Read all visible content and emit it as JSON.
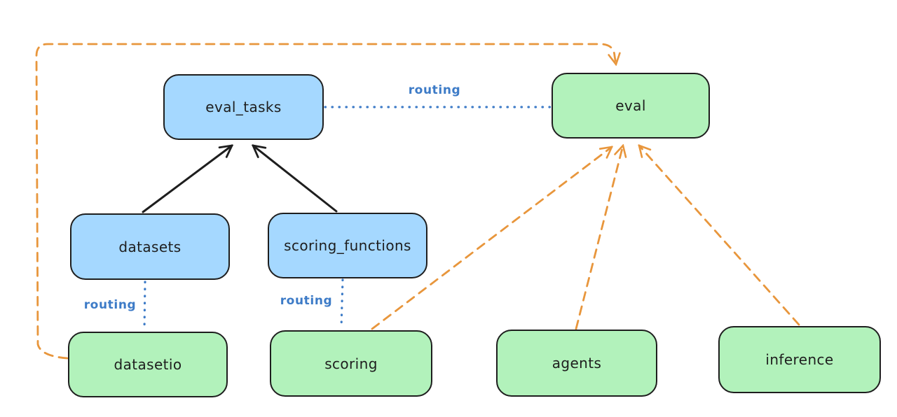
{
  "diagram": {
    "type": "architecture-diagram",
    "nodes": [
      {
        "id": "eval_tasks",
        "label": "eval_tasks",
        "fill": "blue"
      },
      {
        "id": "eval",
        "label": "eval",
        "fill": "green"
      },
      {
        "id": "datasets",
        "label": "datasets",
        "fill": "blue"
      },
      {
        "id": "scoring_functions",
        "label": "scoring_functions",
        "fill": "blue"
      },
      {
        "id": "datasetio",
        "label": "datasetio",
        "fill": "green"
      },
      {
        "id": "scoring",
        "label": "scoring",
        "fill": "green"
      },
      {
        "id": "agents",
        "label": "agents",
        "fill": "green"
      },
      {
        "id": "inference",
        "label": "inference",
        "fill": "green"
      }
    ],
    "edge_labels": [
      {
        "text": "routing"
      },
      {
        "text": "routing"
      },
      {
        "text": "routing"
      }
    ],
    "edges": [
      {
        "from": "datasets",
        "to": "eval_tasks",
        "style": "black-solid-arrow"
      },
      {
        "from": "scoring_functions",
        "to": "eval_tasks",
        "style": "black-solid-arrow"
      },
      {
        "from": "eval_tasks",
        "to": "eval",
        "style": "blue-dotted",
        "label": "routing"
      },
      {
        "from": "datasets",
        "to": "datasetio",
        "style": "blue-dotted",
        "label": "routing"
      },
      {
        "from": "scoring_functions",
        "to": "scoring",
        "style": "blue-dotted",
        "label": "routing"
      },
      {
        "from": "datasetio",
        "to": "eval",
        "style": "orange-dashed-arrow"
      },
      {
        "from": "scoring",
        "to": "eval",
        "style": "orange-dashed-arrow"
      },
      {
        "from": "agents",
        "to": "eval",
        "style": "orange-dashed-arrow"
      },
      {
        "from": "inference",
        "to": "eval",
        "style": "orange-dashed-arrow"
      }
    ],
    "colors": {
      "api_box_fill": "#a5d8ff",
      "provider_box_fill": "#b2f2bb",
      "box_border": "#1e1e1e",
      "routing_blue": "#3d7bc7",
      "provider_orange": "#e8963c",
      "arrow_black": "#1e1e1e",
      "background": "#ffffff"
    }
  }
}
